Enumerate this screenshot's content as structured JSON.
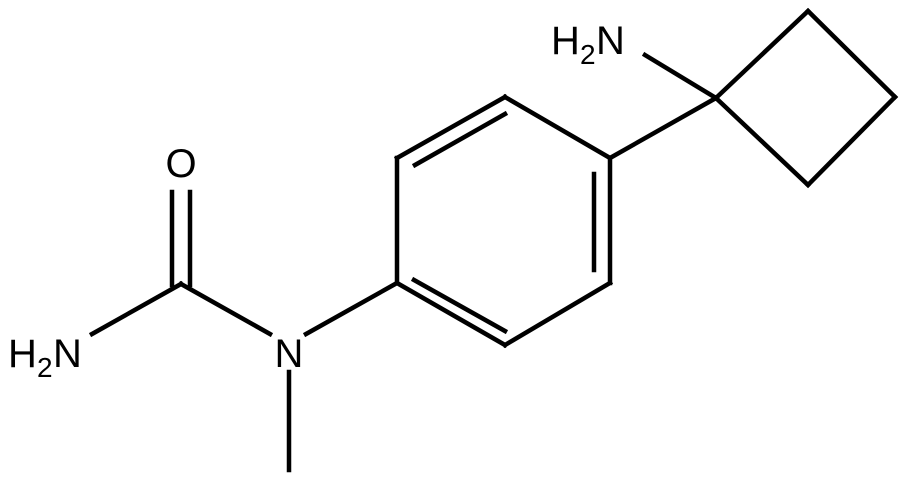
{
  "molecule": {
    "atoms": {
      "oxygen": "O",
      "urea_amine": {
        "element": "H",
        "subscript": "2",
        "suffix": "N"
      },
      "urea_nitrogen": "N",
      "cyclobutyl_amine": {
        "element": "H",
        "subscript": "2",
        "suffix": "N"
      }
    }
  },
  "style": {
    "line_color": "#000000",
    "background": "#ffffff"
  }
}
